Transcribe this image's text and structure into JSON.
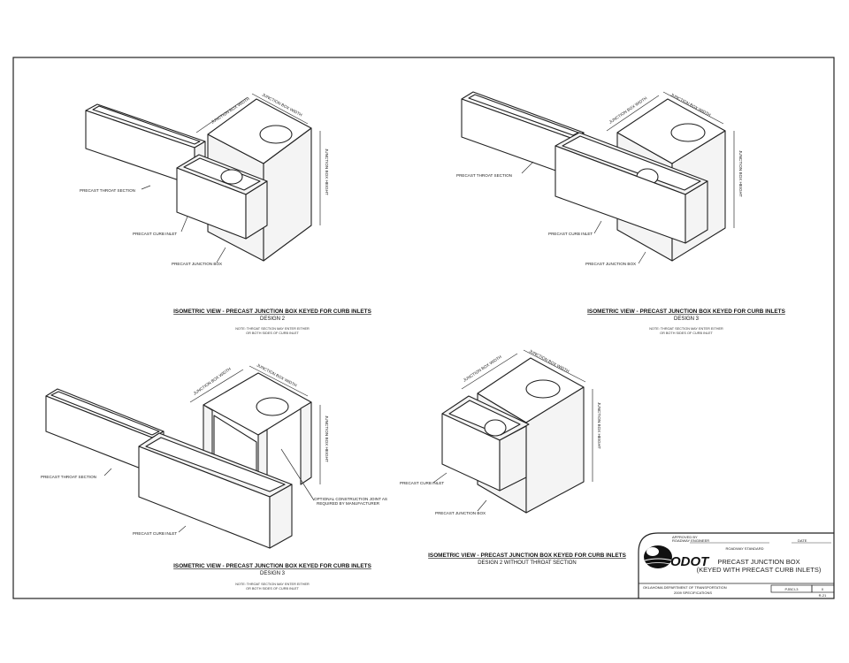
{
  "labels": {
    "throat": "PRECAST THROAT SECTION",
    "curb_inlet": "PRECAST CURB INLET",
    "junction_box": "PRECAST JUNCTION BOX",
    "jb_width": "JUNCTION BOX WIDTH",
    "jb_height": "JUNCTION BOX HEIGHT",
    "joint": "OPTIONAL CONSTRUCTION JOINT AS",
    "joint2": "REQUIRED BY MANUFACTURER"
  },
  "views": [
    {
      "title": "ISOMETRIC VIEW - PRECAST JUNCTION BOX KEYED FOR CURB INLETS",
      "subtitle": "DESIGN 2",
      "note1": "NOTE: THROAT SECTION MAY ENTER EITHER",
      "note2": "OR BOTH SIDES OF CURB INLET"
    },
    {
      "title": "ISOMETRIC VIEW - PRECAST JUNCTION BOX KEYED FOR CURB INLETS",
      "subtitle": "DESIGN 3",
      "note1": "NOTE: THROAT SECTION MAY ENTER EITHER",
      "note2": "OR BOTH SIDES OF CURB INLET"
    },
    {
      "title": "ISOMETRIC VIEW - PRECAST JUNCTION BOX KEYED FOR CURB INLETS",
      "subtitle": "DESIGN 3",
      "note1": "NOTE: THROAT SECTION MAY ENTER EITHER",
      "note2": "OR BOTH SIDES OF CURB INLET"
    },
    {
      "title": "ISOMETRIC VIEW - PRECAST JUNCTION BOX KEYED FOR CURB INLETS",
      "subtitle": "DESIGN 2 WITHOUT THROAT SECTION"
    }
  ],
  "title_block": {
    "approved": "APPROVED BY",
    "approved2": "ROADWAY ENGINEER",
    "date": "DATE",
    "category": "ROADWAY STANDARD",
    "logo": "ODOT",
    "title1": "PRECAST JUNCTION BOX",
    "title2": "(KEYED WITH PRECAST CURB INLETS)",
    "agency": "OKLAHOMA DEPARTMENT OF TRANSPORTATION",
    "spec": "2009 SPECIFICATIONS",
    "sheet_id": "PJBCI-3",
    "revision": "0",
    "sheet_no": "R-21"
  }
}
